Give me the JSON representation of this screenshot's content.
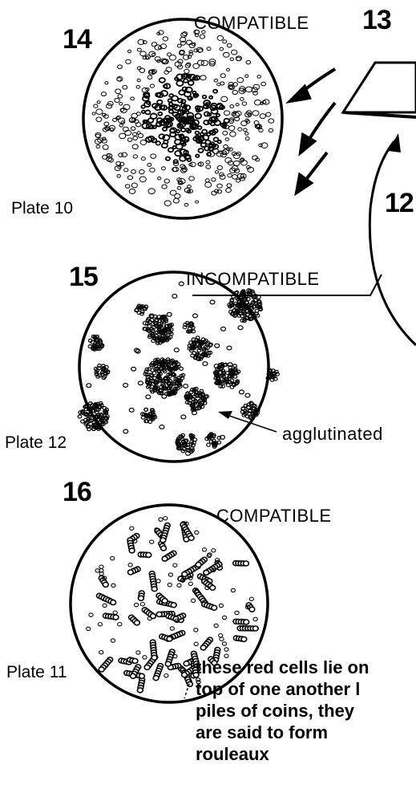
{
  "panels": [
    {
      "number": "14",
      "status": "COMPATIBLE",
      "plate": "Plate 10"
    },
    {
      "number": "15",
      "status": "INCOMPATIBLE",
      "plate": "Plate 12",
      "annotation": "agglutinated"
    },
    {
      "number": "16",
      "status": "COMPATIBLE",
      "plate": "Plate 11",
      "note_lines": [
        "these red cells lie on",
        "top of one another l",
        "piles of coins, they",
        "are said to form",
        "rouleaux"
      ]
    }
  ],
  "edge_labels": {
    "step_13": "13",
    "step_12": "12"
  },
  "colors": {
    "ink": "#000000",
    "paper": "#ffffff"
  }
}
